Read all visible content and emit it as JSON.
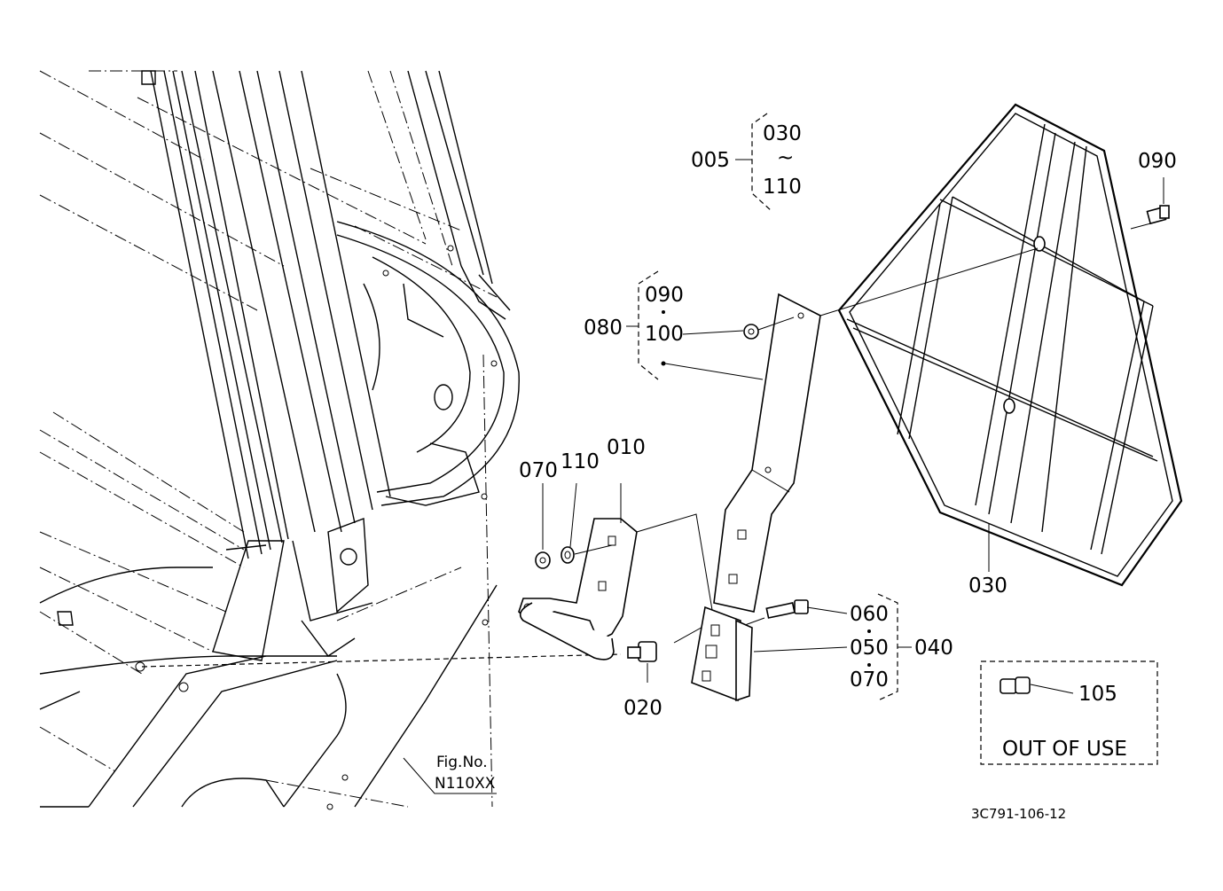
{
  "diagram": {
    "group_005": {
      "code": "005",
      "range_start": "030",
      "tilde": "~",
      "range_end": "110"
    },
    "group_080": {
      "code": "080",
      "item_a": "090",
      "item_b": "100"
    },
    "group_040": {
      "code": "040",
      "item_a": "060",
      "item_b": "050",
      "item_c": "070"
    },
    "labels": {
      "p090_top": "090",
      "p070": "070",
      "p110": "110",
      "p010": "010",
      "p020": "020",
      "p030": "030",
      "p105": "105"
    },
    "out_of_use_text": "OUT OF USE",
    "fig_ref_line1": "Fig.No.",
    "fig_ref_line2": "N110XX",
    "drawing_code": "3C791-106-12"
  }
}
